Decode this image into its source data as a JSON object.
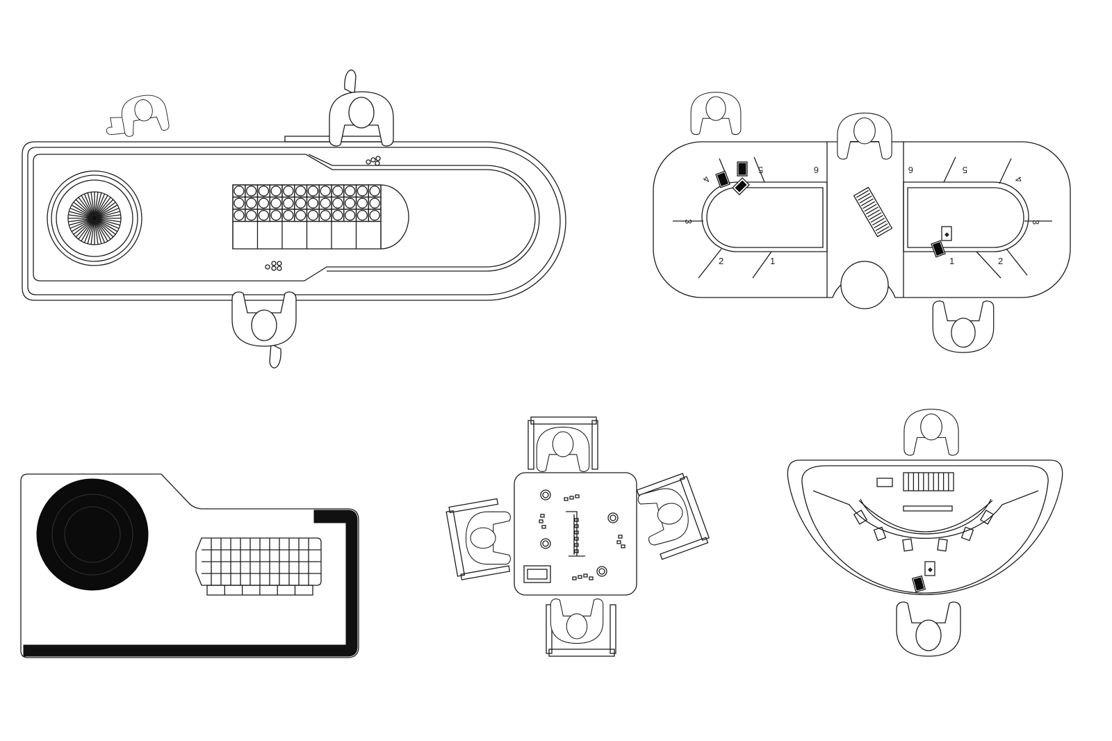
{
  "drawing": {
    "seat_numbers": {
      "left_half": [
        "4",
        "5",
        "6",
        "3",
        "2",
        "1"
      ],
      "right_half": [
        "6",
        "5",
        "4",
        "3",
        "1",
        "2"
      ]
    }
  }
}
